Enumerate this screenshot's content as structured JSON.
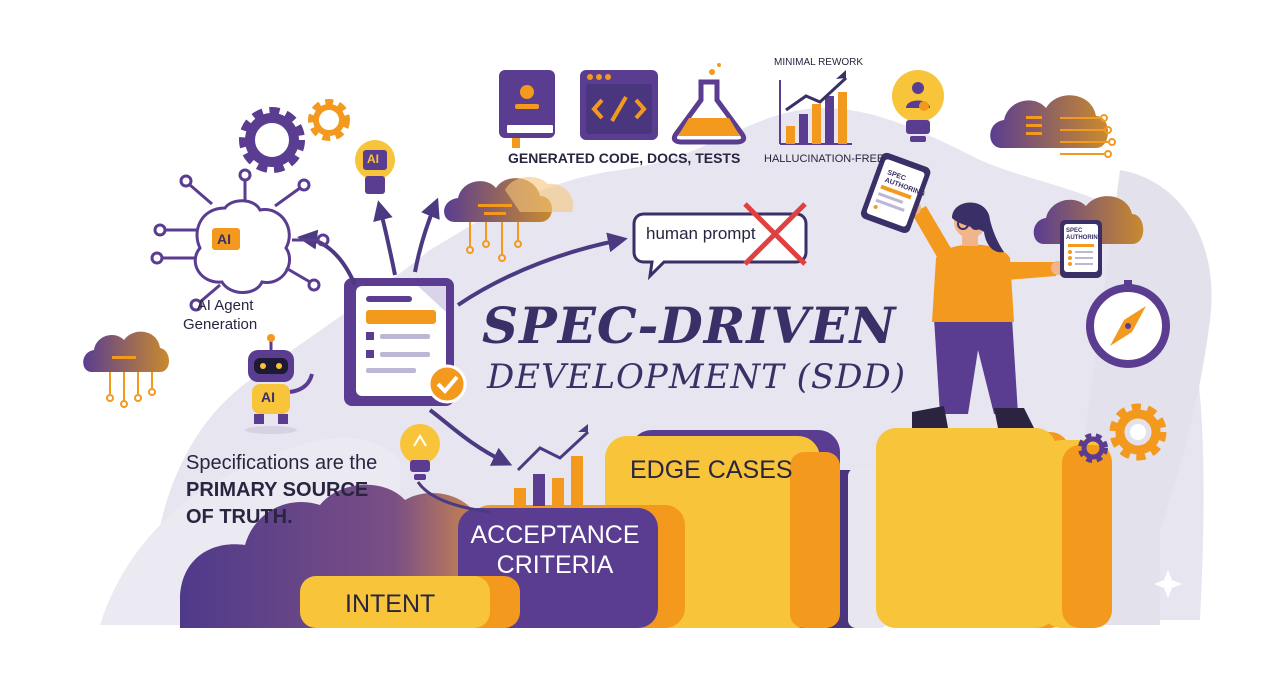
{
  "title": {
    "line1": "SPEC-DRIVEN",
    "line2": "DEVELOPMENT (SDD)"
  },
  "labels": {
    "generated": "GENERATED CODE, DOCS, TESTS",
    "minimal_rework": "MINIMAL REWORK",
    "hallucination_free": "HALLUCINATION-FREE",
    "human_prompt": "human prompt",
    "ai_agent_line1": "AI Agent",
    "ai_agent_line2": "Generation",
    "ai_bulb": "AI",
    "ai_brain": "AI",
    "ai_robot": "AI",
    "spec_authoring_tablet": "SPEC AUTHORING",
    "spec_authoring_cloud": "SPEC AUTHORING",
    "spec_line1": "Specifications are the",
    "spec_line2": "PRIMARY SOURCE",
    "spec_line3": "OF TRUTH."
  },
  "blocks": {
    "intent": "INTENT",
    "acceptance_line1": "ACCEPTANCE",
    "acceptance_line2": "CRITERIA",
    "edge_cases": "EDGE CASES"
  },
  "colors": {
    "purple": "#5a3d91",
    "dark_purple": "#3a2f66",
    "orange": "#f39a1e",
    "yellow": "#f7c43a",
    "lavender": "#e6e4ef"
  },
  "icons": [
    "gear-icon",
    "lightbulb-icon",
    "brain-icon",
    "robot-icon",
    "cloud-icon",
    "book-icon",
    "code-window-icon",
    "flask-icon",
    "bar-chart-icon",
    "document-icon",
    "check-icon",
    "cross-icon",
    "compass-icon",
    "tablet-icon",
    "person-icon"
  ]
}
